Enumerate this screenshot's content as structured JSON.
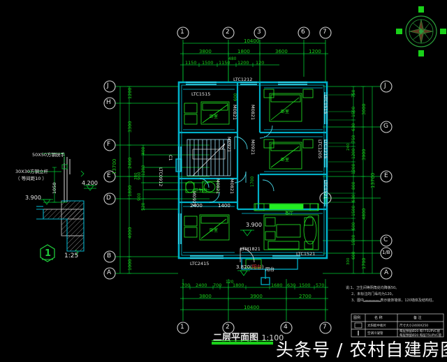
{
  "drawing": {
    "title": "二层平面图",
    "scale": "1:100",
    "watermark": "头条号 / 农村自建房图纸",
    "colors": {
      "background": "#000000",
      "dimension_green": "#00cc33",
      "wall_cyan": "#00b0c8",
      "furniture_green": "#22ee22",
      "text_white": "#f0f0f0",
      "detail_white": "#d8d8d8",
      "compass_green": "#2a9d3a"
    }
  },
  "grid": {
    "top_labels": [
      "1",
      "2",
      "3",
      "6",
      "7"
    ],
    "bottom_labels": [
      "1",
      "2",
      "4",
      "7"
    ],
    "left_labels": [
      "J",
      "H",
      "F",
      "E",
      "D",
      "B",
      "A"
    ],
    "right_labels": [
      "J",
      "G",
      "E",
      "C",
      "1/B",
      "A"
    ]
  },
  "dimensions": {
    "top_row1": [
      "1150",
      "1500",
      "1150",
      "480",
      "1200",
      "120"
    ],
    "top_row2": [
      "3800",
      "1800",
      "3600",
      "1200"
    ],
    "top_total": "10400",
    "bottom_row1": [
      "700",
      "2400",
      "700",
      "120",
      "1800",
      "1680",
      "630",
      "1500",
      "570"
    ],
    "bottom_row2": [
      "3800",
      "3900",
      "2700"
    ],
    "bottom_total": "10400",
    "left_inner": [
      "400",
      "1200",
      "900",
      "900",
      "520",
      "380"
    ],
    "left_mid": [
      "1200",
      "3300",
      "2400",
      "1800",
      "4000",
      "1000"
    ],
    "left_total": "13700",
    "right_inner": [
      "750",
      "1500",
      "630",
      "750",
      "240",
      "1200",
      "1200",
      "800",
      "630",
      "1500",
      "600",
      "1500",
      "600",
      "300"
    ],
    "right_mid": [
      "3000",
      "3900",
      "4800",
      "1700"
    ],
    "right_total": "13700"
  },
  "plan_labels": {
    "windows": [
      "LTC1515",
      "LTC1212",
      "LTC1515",
      "LTC1215",
      "LTC0912",
      "LTC2415",
      "LTC1521",
      "LTC1521"
    ],
    "doors": [
      "M0821",
      "M0821",
      "M0821",
      "M0821",
      "M0921",
      "M0921",
      "M0921",
      "LTM1821"
    ],
    "rooms": [
      "卧室",
      "卧室",
      "卧室",
      "卧室",
      "客厅",
      "卫生间"
    ],
    "column": "C1",
    "interior_dims": [
      "2400",
      "1400",
      "600",
      "1700"
    ],
    "elevations": [
      "3.900",
      "3.820(阳台)"
    ],
    "balcony_note": "阳台"
  },
  "detail": {
    "number": "1",
    "scale": "1:25",
    "note_rail": "50X50方钢扶手",
    "note_post": "30X30方钢立杆",
    "note_post2": "（ 等间距10 ）",
    "dim_height": "1050",
    "elev_low": "3.900",
    "elev_high": "4.200"
  },
  "notes": {
    "heading": "说明:",
    "lines": [
      "1、卫生间等阴角处均降板50。",
      "2、未标注的门垛均为120。",
      "3、图中 ———— 表示装饰墙体，120墙体及结构柱。"
    ]
  },
  "legend": {
    "headers": [
      "图例",
      "名 称",
      "备  注"
    ],
    "rows": [
      [
        "",
        "太阳能中板片",
        "尺寸大小2400X250"
      ],
      [
        "",
        "空调冷凝管",
        "每层预留Ø20 每?75UPVC管",
        "每层预留Ø20 每层75UPVC管"
      ]
    ]
  },
  "compass": {
    "name": "north-arrow"
  }
}
